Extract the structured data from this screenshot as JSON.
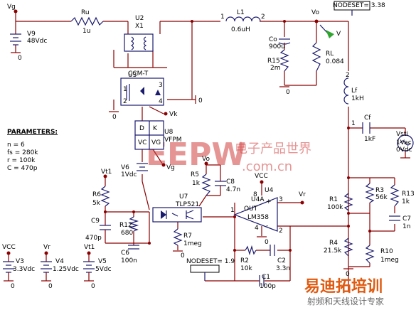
{
  "sources": {
    "vg": {
      "node": "Vg",
      "ref": "V9",
      "value": "48Vdc",
      "ground": "0"
    },
    "v3": {
      "node": "VCC",
      "ref": "V3",
      "value": "3.3Vdc",
      "ground": "0"
    },
    "v4": {
      "node": "Vr",
      "ref": "V4",
      "value": "1.25Vdc",
      "ground": "0"
    },
    "v5": {
      "node": "Vt1",
      "ref": "V5",
      "value": "5Vdc",
      "ground": "0"
    },
    "v6": {
      "node": "Vt1",
      "ref": "V6",
      "value": "1Vdc"
    },
    "vsti": {
      "ref": "Vsti",
      "ac": "1Vac",
      "dc": "0Vdc"
    }
  },
  "components": {
    "ru": {
      "ref": "Ru",
      "value": "1u"
    },
    "u2": {
      "ref": "U2",
      "sub": "X1"
    },
    "l1": {
      "ref": "L1",
      "value": "0.6uH",
      "pin1": "1",
      "pin2": "2"
    },
    "co": {
      "ref": "Co",
      "value": "900u"
    },
    "r15": {
      "ref": "R15",
      "value": "2m"
    },
    "rl": {
      "ref": "RL",
      "value": "0.084"
    },
    "lf": {
      "ref": "Lf",
      "value": "1kH",
      "pin1": "1",
      "pin2": "2"
    },
    "cf": {
      "ref": "Cf",
      "value": "1kF"
    },
    "u3": {
      "ref": "U3",
      "model": "CCM-T",
      "pin1": "1",
      "pin2": "2",
      "pin3": "3",
      "pin4": "4"
    },
    "u8": {
      "ref": "U8",
      "model": "VFPM",
      "pin_d": "D",
      "pin_vc": "VC",
      "pin_vg": "VG",
      "pin_k": "K",
      "node_vk": "Vk",
      "node_vg": "Vg"
    },
    "r6": {
      "ref": "R6",
      "value": "5k"
    },
    "r5": {
      "ref": "R5",
      "value": "1k"
    },
    "c8": {
      "ref": "C8",
      "value": "4.7n"
    },
    "u7": {
      "ref": "U7",
      "model": "TLP521"
    },
    "c9": {
      "ref": "C9",
      "value": "470p"
    },
    "r12": {
      "ref": "R12",
      "value": "680"
    },
    "c6": {
      "ref": "C6",
      "value": "100n"
    },
    "r7": {
      "ref": "R7",
      "value": "1meg"
    },
    "u4": {
      "ref": "U4",
      "sub": "U4A",
      "model": "LM358",
      "pin3": "3",
      "pin2": "2",
      "pin1": "1",
      "pin4": "4",
      "pin8": "8",
      "out": "OUT"
    },
    "r2": {
      "ref": "R2",
      "value": "10k"
    },
    "c2": {
      "ref": "C2",
      "value": "3.3n"
    },
    "c1": {
      "ref": "C1",
      "value": "100p"
    },
    "r1": {
      "ref": "R1",
      "value": "100k"
    },
    "r3": {
      "ref": "R3",
      "value": "56k"
    },
    "r13": {
      "ref": "R13",
      "value": "1k"
    },
    "c7": {
      "ref": "C7",
      "value": "1n"
    },
    "r4": {
      "ref": "R4",
      "value": "21.5k"
    },
    "r10": {
      "ref": "R10",
      "value": "1meg"
    }
  },
  "nets": {
    "vo": "Vo",
    "vcc": "VCC",
    "vr": "Vr",
    "vt1": "Vt1",
    "probe": "V",
    "ground": "0"
  },
  "nodesets": {
    "top": "NODESET= 3.38",
    "bottom": "NODESET= 1.9"
  },
  "parameters": {
    "title": "PARAMETERS:",
    "lines": [
      "n = 6",
      "fs = 280k",
      "r = 100k",
      "C = 470p"
    ]
  },
  "watermark": {
    "logo": "EEPW",
    "chinese": "电子产品世界",
    "domain": ".com.cn",
    "brand": "易迪拓培训",
    "tagline": "射频和天线设计专家"
  },
  "colors": {
    "wire": "#8b0000",
    "part": "#1a1a6e",
    "watermark": "#d24040",
    "brand": "#e05a10"
  }
}
